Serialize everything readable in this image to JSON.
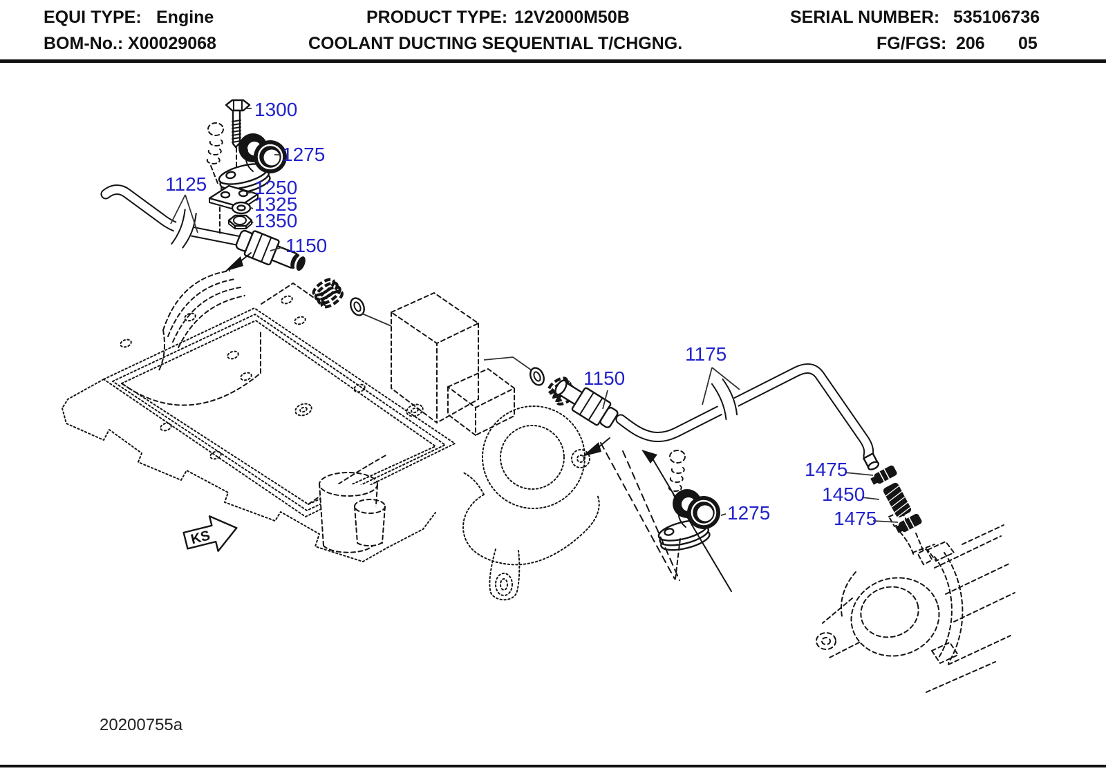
{
  "header": {
    "equi_type_label": "EQUI TYPE:",
    "equi_type_value": "Engine",
    "bom_label": "BOM-No.:",
    "bom_value": "X00029068",
    "product_type_label": "PRODUCT TYPE:",
    "product_type_value": "12V2000M50B",
    "subtitle": "COOLANT DUCTING SEQUENTIAL T/CHGNG.",
    "serial_label": "SERIAL NUMBER:",
    "serial_value": "535106736",
    "fg_label": "FG/FGS:",
    "fg_value": "206",
    "fg_sheet": "05"
  },
  "diagram": {
    "drawing_number": "20200755a",
    "view_marker": "KS",
    "callout_color": "#2222CC",
    "callouts": [
      {
        "id": "bolt",
        "text": "1300"
      },
      {
        "id": "clamp-top",
        "text": "1275"
      },
      {
        "id": "pipe-left",
        "text": "1125"
      },
      {
        "id": "clamp-plate",
        "text": "1250"
      },
      {
        "id": "washer",
        "text": "1325"
      },
      {
        "id": "nut",
        "text": "1350"
      },
      {
        "id": "fitting-left",
        "text": "1150"
      },
      {
        "id": "pipe-right",
        "text": "1175"
      },
      {
        "id": "fitting-right",
        "text": "1150"
      },
      {
        "id": "hose-clamp-upper",
        "text": "1475"
      },
      {
        "id": "hose",
        "text": "1450"
      },
      {
        "id": "hose-clamp-lower",
        "text": "1475"
      },
      {
        "id": "clamp-bottom",
        "text": "1275"
      }
    ]
  }
}
